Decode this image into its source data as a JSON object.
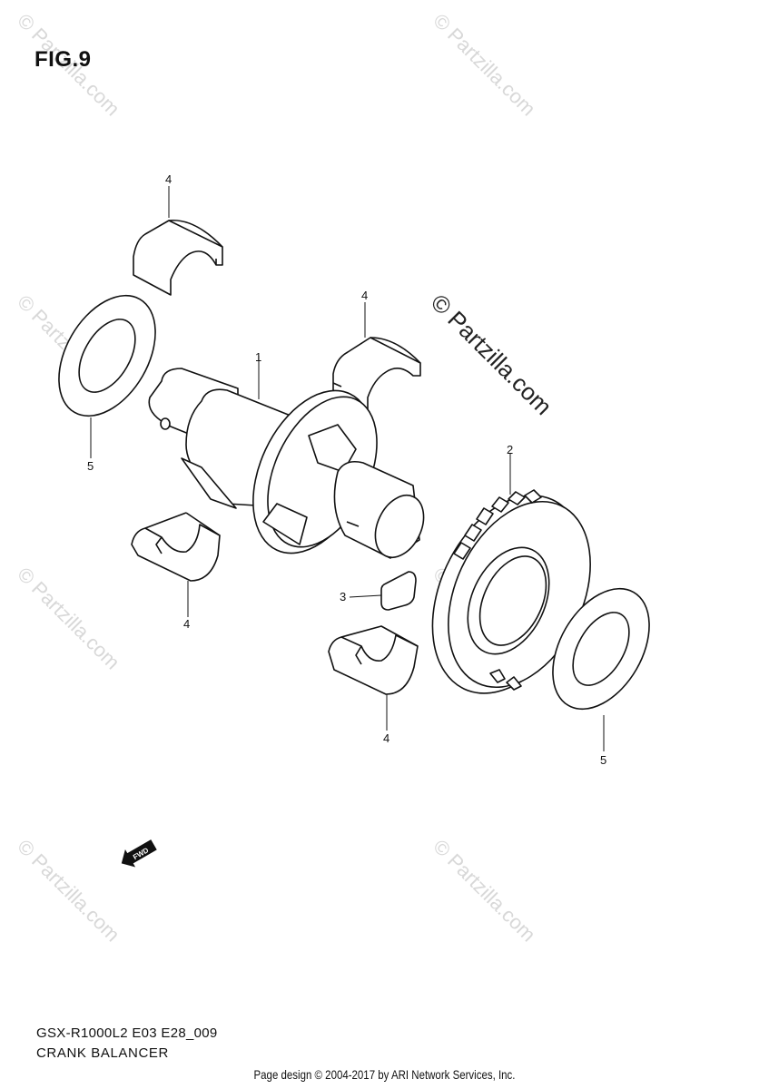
{
  "figure": {
    "label": "FIG.9"
  },
  "callouts": {
    "p1": "1",
    "p2": "2",
    "p3": "3",
    "p4": "4",
    "p5": "5"
  },
  "watermark": {
    "main": "© Partzilla.com",
    "faint": "© Partzilla.com"
  },
  "fwd_badge": "FWD",
  "diagram_code": "GSX-R1000L2 E03 E28_009",
  "diagram_title": "CRANK BALANCER",
  "footer": "Page design © 2004-2017 by ARI Network Services, Inc."
}
